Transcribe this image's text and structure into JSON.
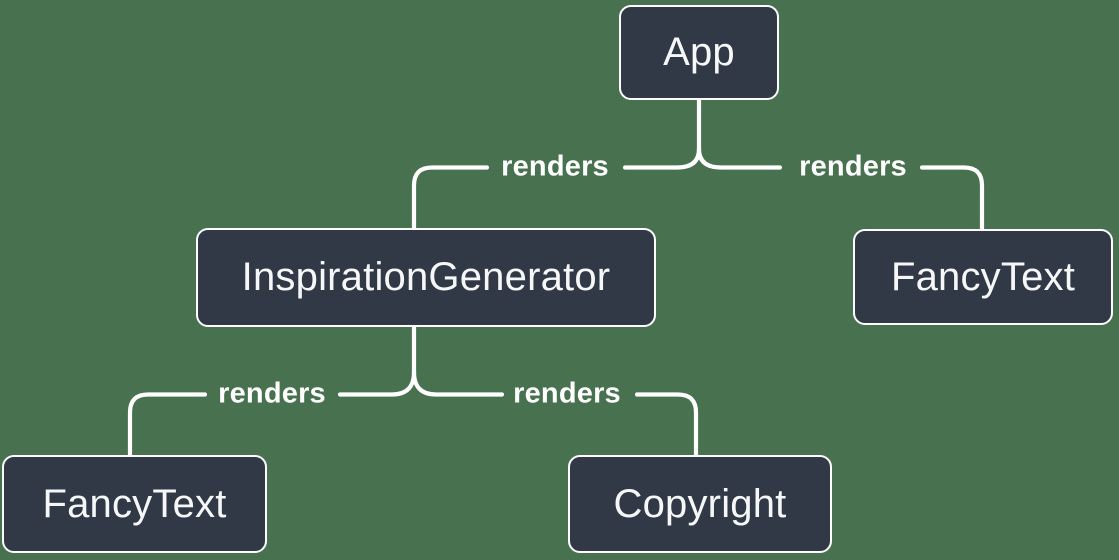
{
  "diagram": {
    "kind": "component-render-tree",
    "colors": {
      "background": "#48714F",
      "node_fill": "#313947",
      "node_border": "#FFFFFF",
      "node_text": "#F6F7F9",
      "line": "#FFFFFF",
      "label_text": "#FFFFFF"
    },
    "nodes": [
      {
        "id": "app",
        "label": "App"
      },
      {
        "id": "inspiration-generator",
        "label": "InspirationGenerator"
      },
      {
        "id": "fancy-text-right",
        "label": "FancyText"
      },
      {
        "id": "fancy-text-left",
        "label": "FancyText"
      },
      {
        "id": "copyright",
        "label": "Copyright"
      }
    ],
    "edges": [
      {
        "from": "App",
        "to": "InspirationGenerator",
        "label": "renders"
      },
      {
        "from": "App",
        "to": "FancyText",
        "label": "renders"
      },
      {
        "from": "InspirationGenerator",
        "to": "FancyText",
        "label": "renders"
      },
      {
        "from": "InspirationGenerator",
        "to": "Copyright",
        "label": "renders"
      }
    ]
  }
}
